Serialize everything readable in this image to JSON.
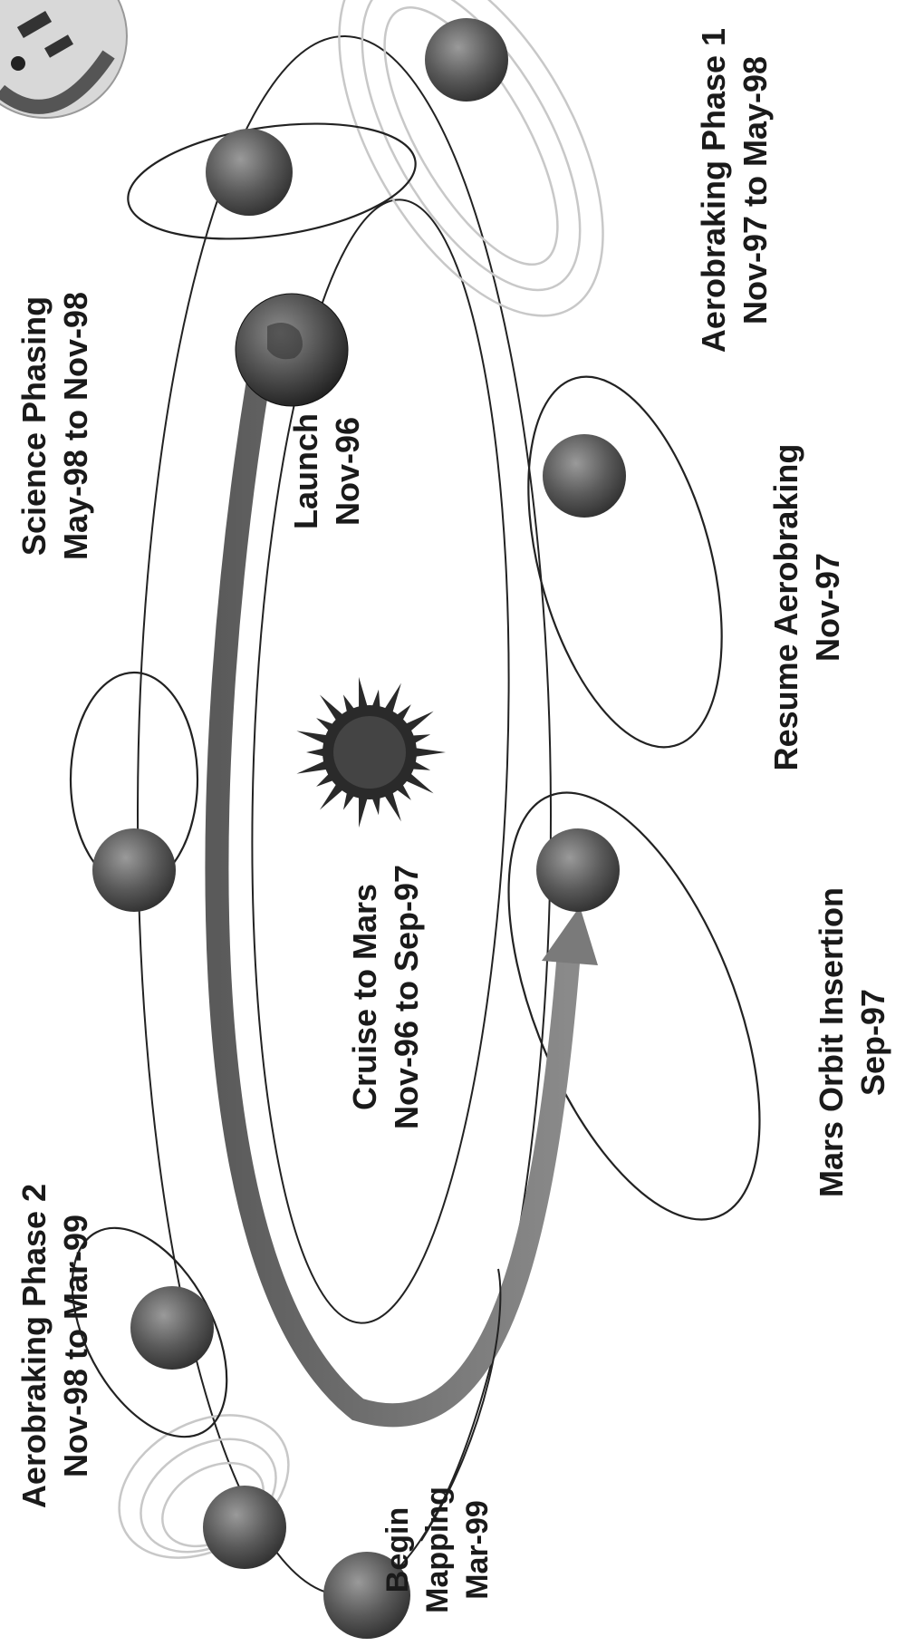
{
  "colors": {
    "background": "#ffffff",
    "orbit_line": "#222222",
    "aerobrake_loops": "#c8c8c8",
    "cruise_arrow": "#6e6e6e",
    "planet": "#5a5a5a",
    "sun": "#2a2a2a"
  },
  "icons": {
    "spacecraft": "spacecraft-thumbnail-icon",
    "sun": "sun-icon",
    "earth": "earth-icon",
    "mars": "mars-icon"
  },
  "labels": {
    "aerobraking_phase_1": {
      "line1": "Aerobraking Phase 1",
      "line2": "Nov-97 to May-98"
    },
    "resume_aerobraking": {
      "line1": "Resume Aerobraking",
      "line2": "Nov-97"
    },
    "mars_orbit_insertion": {
      "line1": "Mars Orbit Insertion",
      "line2": "Sep-97"
    },
    "launch": {
      "line1": "Launch",
      "line2": "Nov-96"
    },
    "cruise_to_mars": {
      "line1": "Cruise to Mars",
      "line2": "Nov-96 to Sep-97"
    },
    "science_phasing": {
      "line1": "Science Phasing",
      "line2": "May-98 to Nov-98"
    },
    "aerobraking_phase_2": {
      "line1": "Aerobraking Phase 2",
      "line2": "Nov-98 to Mar-99"
    },
    "begin_mapping": {
      "line1": "Begin",
      "line2": "Mapping",
      "line3": "Mar-99"
    }
  }
}
